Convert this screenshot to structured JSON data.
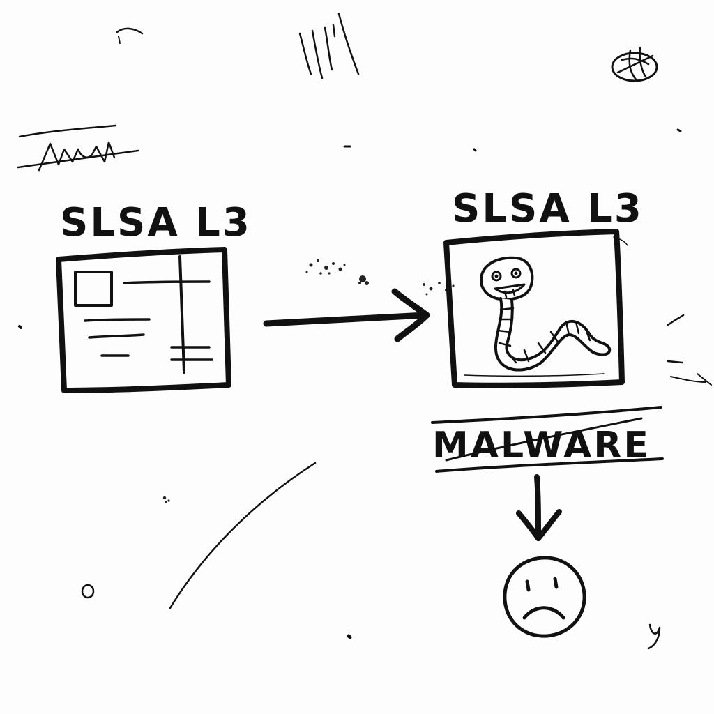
{
  "diagram": {
    "nodes": {
      "source": {
        "label": "SLSA L3",
        "icon": "document-icon"
      },
      "target": {
        "label": "SLSA L3",
        "icon": "worm-icon"
      }
    },
    "annotation": {
      "label": "MALWARE",
      "struck_through": true
    },
    "outcome": {
      "icon": "sad-face-icon"
    },
    "edges": [
      {
        "from": "source",
        "to": "target",
        "style": "arrow"
      },
      {
        "from": "target",
        "to": "outcome",
        "style": "arrow"
      }
    ],
    "colors": {
      "ink": "#111111",
      "paper": "#fdfdfd"
    }
  }
}
